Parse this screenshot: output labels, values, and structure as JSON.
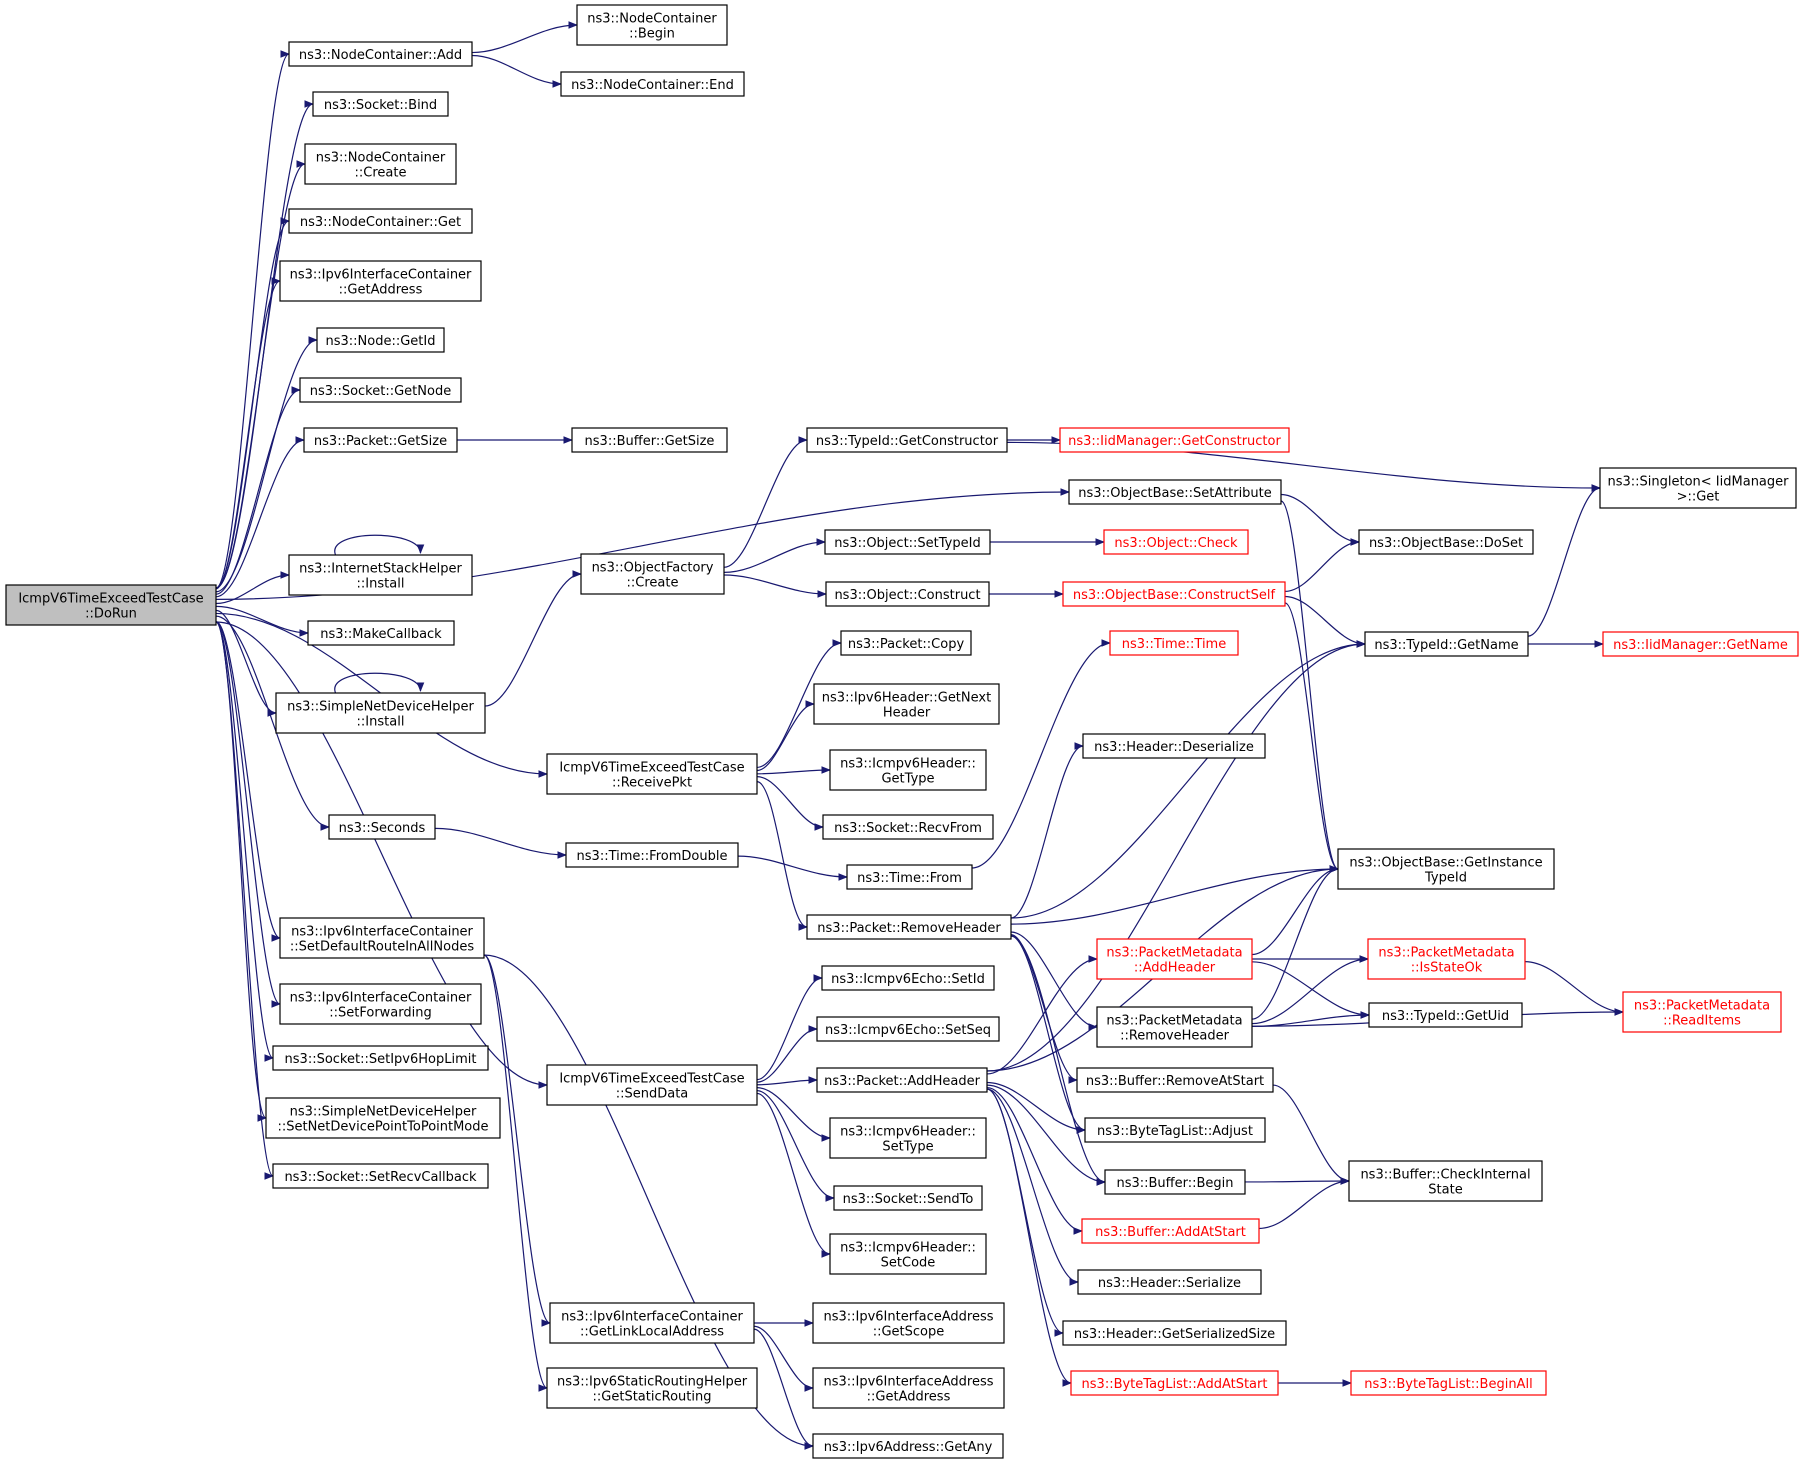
{
  "colors": {
    "edge": "#191970",
    "truncated": "#ff0000",
    "root_fill": "#bfbfbf"
  },
  "nodes": [
    {
      "id": "root",
      "lines": [
        "IcmpV6TimeExceedTestCase",
        "::DoRun"
      ],
      "root": true
    },
    {
      "id": "nc_add",
      "lines": [
        "ns3::NodeContainer::Add"
      ]
    },
    {
      "id": "nc_begin",
      "lines": [
        "ns3::NodeContainer",
        "::Begin"
      ]
    },
    {
      "id": "nc_end",
      "lines": [
        "ns3::NodeContainer::End"
      ]
    },
    {
      "id": "sock_bind",
      "lines": [
        "ns3::Socket::Bind"
      ]
    },
    {
      "id": "nc_create",
      "lines": [
        "ns3::NodeContainer",
        "::Create"
      ]
    },
    {
      "id": "nc_get",
      "lines": [
        "ns3::NodeContainer::Get"
      ]
    },
    {
      "id": "ipv6ic_getaddr",
      "lines": [
        "ns3::Ipv6InterfaceContainer",
        "::GetAddress"
      ]
    },
    {
      "id": "node_getid",
      "lines": [
        "ns3::Node::GetId"
      ]
    },
    {
      "id": "sock_getnode",
      "lines": [
        "ns3::Socket::GetNode"
      ]
    },
    {
      "id": "pkt_getsize",
      "lines": [
        "ns3::Packet::GetSize"
      ]
    },
    {
      "id": "buf_getsize",
      "lines": [
        "ns3::Buffer::GetSize"
      ]
    },
    {
      "id": "ish_install",
      "lines": [
        "ns3::InternetStackHelper",
        "::Install"
      ]
    },
    {
      "id": "makecb",
      "lines": [
        "ns3::MakeCallback"
      ]
    },
    {
      "id": "sndh_install",
      "lines": [
        "ns3::SimpleNetDeviceHelper",
        "::Install"
      ]
    },
    {
      "id": "of_create",
      "lines": [
        "ns3::ObjectFactory",
        "::Create"
      ]
    },
    {
      "id": "tid_getctor",
      "lines": [
        "ns3::TypeId::GetConstructor"
      ]
    },
    {
      "id": "iid_getctor",
      "lines": [
        "ns3::IidManager::GetConstructor"
      ],
      "truncated": true
    },
    {
      "id": "singleton_get",
      "lines": [
        "ns3::Singleton< IidManager",
        ">::Get"
      ]
    },
    {
      "id": "ob_setattr",
      "lines": [
        "ns3::ObjectBase::SetAttribute"
      ]
    },
    {
      "id": "obj_settypeid",
      "lines": [
        "ns3::Object::SetTypeId"
      ]
    },
    {
      "id": "obj_check",
      "lines": [
        "ns3::Object::Check"
      ],
      "truncated": true
    },
    {
      "id": "ob_doset",
      "lines": [
        "ns3::ObjectBase::DoSet"
      ]
    },
    {
      "id": "obj_construct",
      "lines": [
        "ns3::Object::Construct"
      ]
    },
    {
      "id": "ob_constructself",
      "lines": [
        "ns3::ObjectBase::ConstructSelf"
      ],
      "truncated": true
    },
    {
      "id": "tid_getname",
      "lines": [
        "ns3::TypeId::GetName"
      ]
    },
    {
      "id": "iid_getname",
      "lines": [
        "ns3::IidManager::GetName"
      ],
      "truncated": true
    },
    {
      "id": "pkt_copy",
      "lines": [
        "ns3::Packet::Copy"
      ]
    },
    {
      "id": "time_time",
      "lines": [
        "ns3::Time::Time"
      ],
      "truncated": true
    },
    {
      "id": "ipv6h_getnext",
      "lines": [
        "ns3::Ipv6Header::GetNext",
        "Header"
      ]
    },
    {
      "id": "tc_receivepkt",
      "lines": [
        "IcmpV6TimeExceedTestCase",
        "::ReceivePkt"
      ]
    },
    {
      "id": "icmpv6h_gettype",
      "lines": [
        "ns3::Icmpv6Header::",
        "GetType"
      ]
    },
    {
      "id": "hdr_deser",
      "lines": [
        "ns3::Header::Deserialize"
      ]
    },
    {
      "id": "sock_recvfrom",
      "lines": [
        "ns3::Socket::RecvFrom"
      ]
    },
    {
      "id": "seconds",
      "lines": [
        "ns3::Seconds"
      ]
    },
    {
      "id": "time_fromdouble",
      "lines": [
        "ns3::Time::FromDouble"
      ]
    },
    {
      "id": "time_from",
      "lines": [
        "ns3::Time::From"
      ]
    },
    {
      "id": "ob_getinst",
      "lines": [
        "ns3::ObjectBase::GetInstance",
        "TypeId"
      ]
    },
    {
      "id": "pkt_removeheader",
      "lines": [
        "ns3::Packet::RemoveHeader"
      ]
    },
    {
      "id": "ipv6ic_setdefault",
      "lines": [
        "ns3::Ipv6InterfaceContainer",
        "::SetDefaultRouteInAllNodes"
      ]
    },
    {
      "id": "pm_addheader",
      "lines": [
        "ns3::PacketMetadata",
        "::AddHeader"
      ],
      "truncated": true
    },
    {
      "id": "pm_isstateok",
      "lines": [
        "ns3::PacketMetadata",
        "::IsStateOk"
      ],
      "truncated": true
    },
    {
      "id": "icmpv6echo_setid",
      "lines": [
        "ns3::Icmpv6Echo::SetId"
      ]
    },
    {
      "id": "ipv6ic_setfwd",
      "lines": [
        "ns3::Ipv6InterfaceContainer",
        "::SetForwarding"
      ]
    },
    {
      "id": "pm_readitems",
      "lines": [
        "ns3::PacketMetadata",
        "::ReadItems"
      ],
      "truncated": true
    },
    {
      "id": "pm_removeheader",
      "lines": [
        "ns3::PacketMetadata",
        "::RemoveHeader"
      ]
    },
    {
      "id": "tid_getuid",
      "lines": [
        "ns3::TypeId::GetUid"
      ]
    },
    {
      "id": "icmpv6echo_setseq",
      "lines": [
        "ns3::Icmpv6Echo::SetSeq"
      ]
    },
    {
      "id": "sock_sethop",
      "lines": [
        "ns3::Socket::SetIpv6HopLimit"
      ]
    },
    {
      "id": "tc_senddata",
      "lines": [
        "IcmpV6TimeExceedTestCase",
        "::SendData"
      ]
    },
    {
      "id": "pkt_addheader",
      "lines": [
        "ns3::Packet::AddHeader"
      ]
    },
    {
      "id": "buf_removeatstart",
      "lines": [
        "ns3::Buffer::RemoveAtStart"
      ]
    },
    {
      "id": "sndh_setp2p",
      "lines": [
        "ns3::SimpleNetDeviceHelper",
        "::SetNetDevicePointToPointMode"
      ]
    },
    {
      "id": "icmpv6h_settype",
      "lines": [
        "ns3::Icmpv6Header::",
        "SetType"
      ]
    },
    {
      "id": "btl_adjust",
      "lines": [
        "ns3::ByteTagList::Adjust"
      ]
    },
    {
      "id": "sock_setrecvcb",
      "lines": [
        "ns3::Socket::SetRecvCallback"
      ]
    },
    {
      "id": "buf_begin",
      "lines": [
        "ns3::Buffer::Begin"
      ]
    },
    {
      "id": "buf_checkinternal",
      "lines": [
        "ns3::Buffer::CheckInternal",
        "State"
      ]
    },
    {
      "id": "sock_sendto",
      "lines": [
        "ns3::Socket::SendTo"
      ]
    },
    {
      "id": "buf_addatstart",
      "lines": [
        "ns3::Buffer::AddAtStart"
      ],
      "truncated": true
    },
    {
      "id": "icmpv6h_setcode",
      "lines": [
        "ns3::Icmpv6Header::",
        "SetCode"
      ]
    },
    {
      "id": "hdr_serialize",
      "lines": [
        "ns3::Header::Serialize"
      ]
    },
    {
      "id": "ipv6ic_getlinklocal",
      "lines": [
        "ns3::Ipv6InterfaceContainer",
        "::GetLinkLocalAddress"
      ]
    },
    {
      "id": "ipv6ia_getscope",
      "lines": [
        "ns3::Ipv6InterfaceAddress",
        "::GetScope"
      ]
    },
    {
      "id": "hdr_getsersize",
      "lines": [
        "ns3::Header::GetSerializedSize"
      ]
    },
    {
      "id": "btl_addatstart",
      "lines": [
        "ns3::ByteTagList::AddAtStart"
      ],
      "truncated": true
    },
    {
      "id": "btl_beginall",
      "lines": [
        "ns3::ByteTagList::BeginAll"
      ],
      "truncated": true
    },
    {
      "id": "ipv6srh_getstatic",
      "lines": [
        "ns3::Ipv6StaticRoutingHelper",
        "::GetStaticRouting"
      ]
    },
    {
      "id": "ipv6ia_getaddr",
      "lines": [
        "ns3::Ipv6InterfaceAddress",
        "::GetAddress"
      ]
    },
    {
      "id": "ipv6addr_getany",
      "lines": [
        "ns3::Ipv6Address::GetAny"
      ]
    }
  ],
  "edges": [
    [
      "root",
      "nc_add"
    ],
    [
      "nc_add",
      "nc_begin"
    ],
    [
      "nc_add",
      "nc_end"
    ],
    [
      "root",
      "sock_bind"
    ],
    [
      "root",
      "nc_create"
    ],
    [
      "root",
      "nc_get"
    ],
    [
      "root",
      "ipv6ic_getaddr"
    ],
    [
      "root",
      "node_getid"
    ],
    [
      "root",
      "sock_getnode"
    ],
    [
      "root",
      "pkt_getsize"
    ],
    [
      "pkt_getsize",
      "buf_getsize"
    ],
    [
      "root",
      "ob_setattr"
    ],
    [
      "root",
      "ish_install"
    ],
    [
      "ish_install",
      "ish_install"
    ],
    [
      "root",
      "makecb"
    ],
    [
      "root",
      "sndh_install"
    ],
    [
      "sndh_install",
      "sndh_install"
    ],
    [
      "sndh_install",
      "of_create"
    ],
    [
      "of_create",
      "tid_getctor"
    ],
    [
      "of_create",
      "obj_settypeid"
    ],
    [
      "of_create",
      "obj_construct"
    ],
    [
      "tid_getctor",
      "iid_getctor"
    ],
    [
      "tid_getctor",
      "singleton_get"
    ],
    [
      "obj_settypeid",
      "obj_check"
    ],
    [
      "obj_construct",
      "ob_constructself"
    ],
    [
      "ob_setattr",
      "ob_doset"
    ],
    [
      "ob_setattr",
      "ob_getinst"
    ],
    [
      "ob_constructself",
      "ob_doset"
    ],
    [
      "ob_constructself",
      "tid_getname"
    ],
    [
      "ob_constructself",
      "ob_getinst"
    ],
    [
      "tid_getname",
      "singleton_get"
    ],
    [
      "tid_getname",
      "iid_getname"
    ],
    [
      "root",
      "tc_receivepkt"
    ],
    [
      "tc_receivepkt",
      "pkt_copy"
    ],
    [
      "tc_receivepkt",
      "ipv6h_getnext"
    ],
    [
      "tc_receivepkt",
      "icmpv6h_gettype"
    ],
    [
      "tc_receivepkt",
      "sock_recvfrom"
    ],
    [
      "tc_receivepkt",
      "pkt_removeheader"
    ],
    [
      "root",
      "seconds"
    ],
    [
      "seconds",
      "time_fromdouble"
    ],
    [
      "time_fromdouble",
      "time_from"
    ],
    [
      "time_from",
      "time_time"
    ],
    [
      "pkt_removeheader",
      "tid_getname"
    ],
    [
      "pkt_removeheader",
      "hdr_deser"
    ],
    [
      "pkt_removeheader",
      "ob_getinst"
    ],
    [
      "pkt_removeheader",
      "pm_removeheader"
    ],
    [
      "pkt_removeheader",
      "buf_removeatstart"
    ],
    [
      "pkt_removeheader",
      "btl_adjust"
    ],
    [
      "pkt_removeheader",
      "buf_begin"
    ],
    [
      "root",
      "ipv6ic_setdefault"
    ],
    [
      "ipv6ic_setdefault",
      "ipv6ic_getlinklocal"
    ],
    [
      "ipv6ic_setdefault",
      "ipv6srh_getstatic"
    ],
    [
      "ipv6ic_setdefault",
      "ipv6addr_getany"
    ],
    [
      "root",
      "ipv6ic_setfwd"
    ],
    [
      "root",
      "sock_sethop"
    ],
    [
      "root",
      "sndh_setp2p"
    ],
    [
      "root",
      "sock_setrecvcb"
    ],
    [
      "root",
      "tc_senddata"
    ],
    [
      "tc_senddata",
      "icmpv6echo_setid"
    ],
    [
      "tc_senddata",
      "icmpv6echo_setseq"
    ],
    [
      "tc_senddata",
      "pkt_addheader"
    ],
    [
      "tc_senddata",
      "icmpv6h_settype"
    ],
    [
      "tc_senddata",
      "sock_sendto"
    ],
    [
      "tc_senddata",
      "icmpv6h_setcode"
    ],
    [
      "pkt_addheader",
      "pm_addheader"
    ],
    [
      "pkt_addheader",
      "tid_getname"
    ],
    [
      "pkt_addheader",
      "ob_getinst"
    ],
    [
      "pkt_addheader",
      "btl_adjust"
    ],
    [
      "pkt_addheader",
      "buf_begin"
    ],
    [
      "pkt_addheader",
      "buf_addatstart"
    ],
    [
      "pkt_addheader",
      "hdr_serialize"
    ],
    [
      "pkt_addheader",
      "hdr_getsersize"
    ],
    [
      "pkt_addheader",
      "btl_addatstart"
    ],
    [
      "pm_addheader",
      "ob_getinst"
    ],
    [
      "pm_addheader",
      "pm_isstateok"
    ],
    [
      "pm_addheader",
      "tid_getuid"
    ],
    [
      "pm_removeheader",
      "ob_getinst"
    ],
    [
      "pm_removeheader",
      "pm_isstateok"
    ],
    [
      "pm_removeheader",
      "tid_getuid"
    ],
    [
      "pm_removeheader",
      "pm_readitems"
    ],
    [
      "pm_isstateok",
      "pm_readitems"
    ],
    [
      "buf_removeatstart",
      "buf_checkinternal"
    ],
    [
      "buf_begin",
      "buf_checkinternal"
    ],
    [
      "buf_addatstart",
      "buf_checkinternal"
    ],
    [
      "btl_addatstart",
      "btl_beginall"
    ],
    [
      "ipv6ic_getlinklocal",
      "ipv6ia_getscope"
    ],
    [
      "ipv6ic_getlinklocal",
      "ipv6ia_getaddr"
    ],
    [
      "ipv6ic_getlinklocal",
      "ipv6addr_getany"
    ]
  ]
}
